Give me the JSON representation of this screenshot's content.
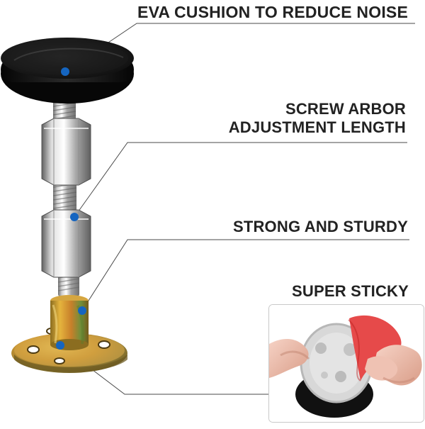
{
  "labels": {
    "eva_cushion": "EVA CUSHION TO REDUCE NOISE",
    "screw_arbor_line1": "SCREW ARBOR",
    "screw_arbor_line2": "ADJUSTMENT LENGTH",
    "strong_sturdy": "STRONG AND STURDY",
    "super_sticky": "SUPER STICKY"
  },
  "colors": {
    "text": "#222222",
    "line": "#4a4a4a",
    "dot": "#1565c0",
    "cushion": "#151515",
    "steel_light": "#f1f1f1",
    "steel_mid": "#bdbdbd",
    "steel_dark": "#6d6d6d",
    "gold_light": "#f0c44a",
    "gold_mid": "#c8952f",
    "gold_dark": "#6d5b21",
    "adhesive_red": "#e24545",
    "adhesive_grey": "#d8d8d8"
  },
  "icons": {
    "product": "adjustable-bed-frame-anti-shake-stopper",
    "inset": "hand-peeling-adhesive-pad"
  }
}
